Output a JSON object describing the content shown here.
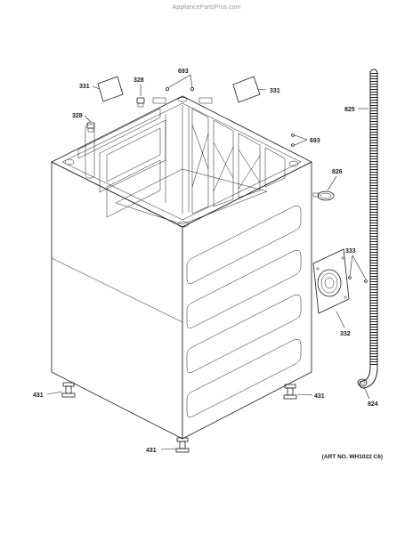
{
  "header": {
    "site": "AppliancePartsPros.com"
  },
  "art_number": "(ART NO. WH1022 C6)",
  "callouts": {
    "top_brace": "693",
    "right_brace": "693",
    "pad_left": "331",
    "pad_right": "331",
    "clip_top": "328",
    "clip_left": "328",
    "hose": "825",
    "clamp_upper": "826",
    "screws": "333",
    "plate": "332",
    "clamp_lower": "824",
    "foot_left": "431",
    "foot_right": "431",
    "foot_bottom": "431"
  },
  "colors": {
    "line": "#1a1a1a",
    "background": "#ffffff",
    "header_text": "#9a9a9a"
  }
}
